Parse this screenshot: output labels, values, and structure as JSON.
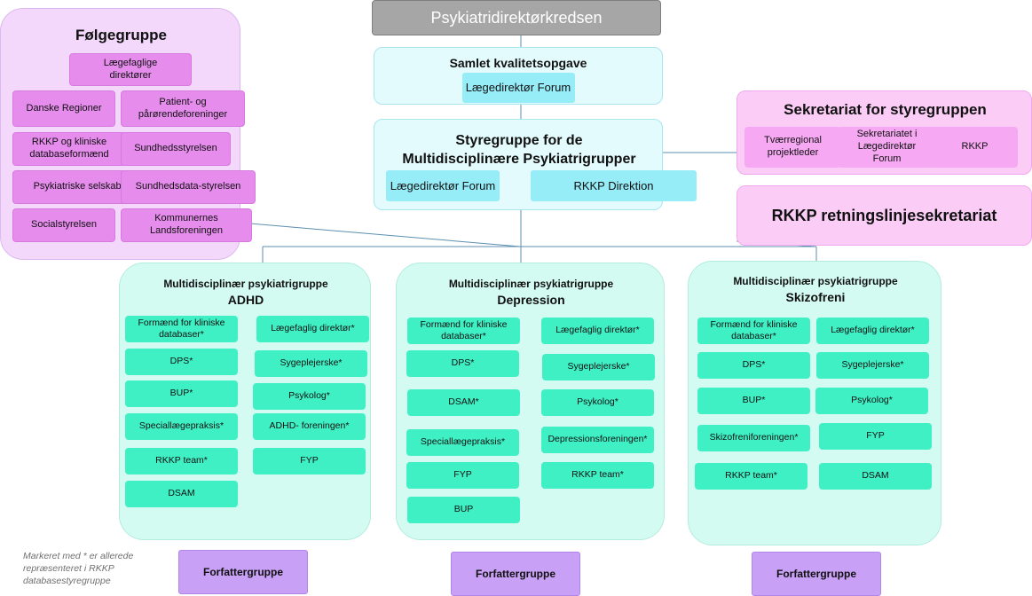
{
  "top_box": "Psykiatridirektørkredsen",
  "kvalitet": {
    "title": "Samlet kvalitetsopgave",
    "forum": "Lægedirektør Forum"
  },
  "styregruppe": {
    "title_line1": "Styregruppe for de",
    "title_line2": "Multidisciplinære Psykiatrigrupper",
    "forum": "Lægedirektør Forum",
    "direktion": "RKKP Direktion"
  },
  "foelgegruppe": {
    "title": "Følgegruppe",
    "items": [
      "Lægefaglige direktører",
      "Danske Regioner",
      "Patient- og pårørendeforeninger",
      "RKKP og kliniske databaseformænd",
      "Sundhedsstyrelsen",
      "Psykiatriske selskaber",
      "Sundhedsdata-styrelsen",
      "Socialstyrelsen",
      "Kommunernes Landsforeningen"
    ]
  },
  "sekretariat": {
    "title": "Sekretariat for styregruppen",
    "items": [
      "Tværregional projektleder",
      "Sekretariatet i Lægedirektør Forum",
      "RKKP"
    ]
  },
  "retningslinje": "RKKP retningslinjesekretariat",
  "groups": [
    {
      "subtitle": "Multidisciplinær psykiatrigruppe",
      "name": "ADHD",
      "left": [
        "Formænd for kliniske databaser*",
        "DPS*",
        "BUP*",
        "Speciallægepraksis*",
        "RKKP team*",
        "DSAM"
      ],
      "right": [
        "Lægefaglig direktør*",
        "Sygeplejerske*",
        "Psykolog*",
        "ADHD- foreningen*",
        "FYP"
      ]
    },
    {
      "subtitle": "Multidisciplinær psykiatrigruppe",
      "name": "Depression",
      "left": [
        "Formænd for kliniske databaser*",
        "DPS*",
        "DSAM*",
        "Speciallægepraksis*",
        "FYP",
        "BUP"
      ],
      "right": [
        "Lægefaglig direktør*",
        "Sygeplejerske*",
        "Psykolog*",
        "Depressionsforeningen*",
        "RKKP team*"
      ]
    },
    {
      "subtitle": "Multidisciplinær psykiatrigruppe",
      "name": "Skizofreni",
      "left": [
        "Formænd for kliniske databaser*",
        "DPS*",
        "BUP*",
        "Skizofreniforeningen*",
        "RKKP team*"
      ],
      "right": [
        "Lægefaglig direktør*",
        "Sygeplejerske*",
        "Psykolog*",
        "FYP",
        "DSAM"
      ]
    }
  ],
  "forfatter": [
    "Forfattergruppe",
    "Forfattergruppe",
    "Forfattergruppe"
  ],
  "footnote": "Markeret med * er allerede repræsenteret i RKKP databasestyregruppe",
  "colors": {
    "header_gray": "#a6a6a6",
    "pale_cyan": "#e4fbfd",
    "cyan": "#96ecf7",
    "lilac": "#f3d8fb",
    "magenta": "#e58cec",
    "pink": "#fbcdf6",
    "mint": "#d3fbf1",
    "teal": "#3ff0c4",
    "purple": "#c8a0f5",
    "line": "#5b8fb0"
  }
}
